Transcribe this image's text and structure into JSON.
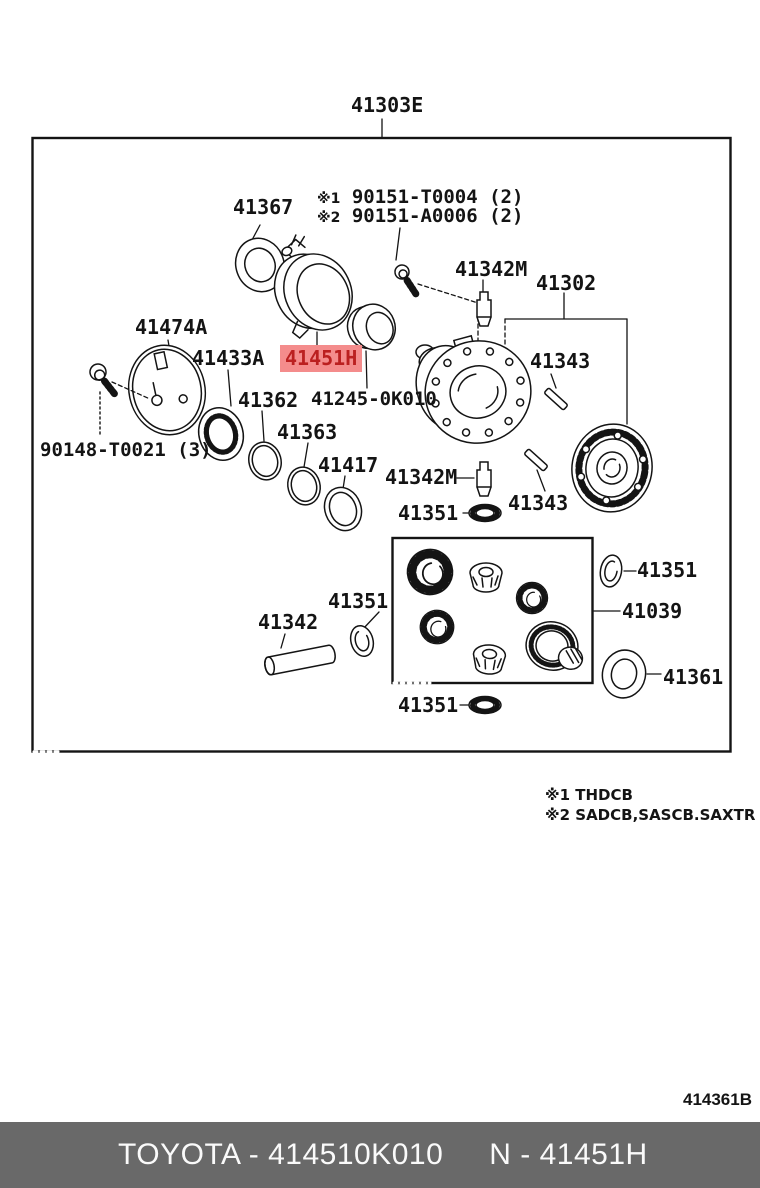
{
  "diagram": {
    "title": "41303E",
    "figure_code": "414361B",
    "shared_parts": [
      {
        "mark": "※1",
        "text": "90151-T0004 (2)"
      },
      {
        "mark": "※2",
        "text": "90151-A0006 (2)"
      }
    ],
    "notes": [
      {
        "mark": "※1",
        "text": "THDCB"
      },
      {
        "mark": "※2",
        "text": "SADCB,SASCB.SAXTR"
      }
    ],
    "parts": {
      "p41367": "41367",
      "p41342m_top": "41342M",
      "p41302": "41302",
      "p41474a": "41474A",
      "p41433a": "41433A",
      "p41451h": "41451H",
      "p41362": "41362",
      "p41245": "41245-0K010",
      "p41343_upper": "41343",
      "p90148": "90148-T0021 (3)",
      "p41363": "41363",
      "p41417": "41417",
      "p41342m_lower": "41342M",
      "p41351_mid": "41351",
      "p41343_lower": "41343",
      "p41351_right": "41351",
      "p41039": "41039",
      "p41351_left": "41351",
      "p41342": "41342",
      "p41361": "41361",
      "p41351_bottom": "41351"
    },
    "highlight_colors": {
      "background": "#f48c8c",
      "text": "#bb2020"
    }
  },
  "footer": {
    "left_text": "TOYOTA - 414510K010",
    "right_text": "N - 41451H",
    "background": "#696969"
  }
}
